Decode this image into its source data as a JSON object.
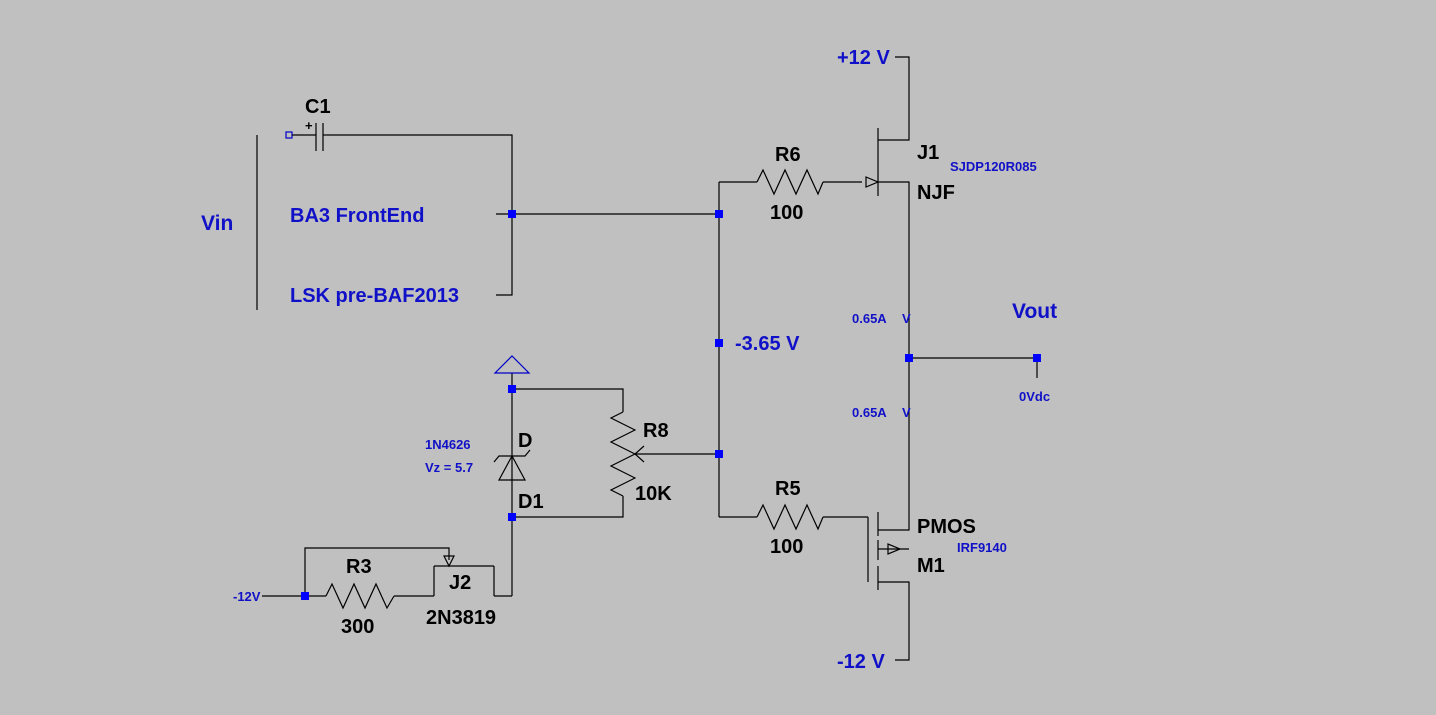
{
  "colors": {
    "background": "#c0c0c0",
    "wire": "#000000",
    "net_label": "#1010c8",
    "junction": "#0000ff"
  },
  "labels": {
    "vin": "Vin",
    "frontend": "BA3 FrontEnd",
    "lsk": "LSK pre-BAF2013",
    "vout": "Vout",
    "plus12": "+12 V",
    "minus12": "-12 V",
    "minus12v_small": "-12V",
    "minus365": "-3.65 V",
    "zero_vdc": "0Vdc",
    "current_top": "0.65A",
    "current_bottom": "0.65A",
    "arrow_top": "V",
    "arrow_bottom": "V",
    "zener_part": "1N4626",
    "zener_vz": "Vz = 5.7"
  },
  "components": {
    "c1": {
      "ref": "C1",
      "plus": "+"
    },
    "j1": {
      "ref": "J1",
      "model": "SJDP120R085",
      "type": "NJF"
    },
    "r6": {
      "ref": "R6",
      "value": "100"
    },
    "r5": {
      "ref": "R5",
      "value": "100"
    },
    "r8": {
      "ref": "R8",
      "value": "10K"
    },
    "r3": {
      "ref": "R3",
      "value": "300"
    },
    "d1": {
      "ref": "D1",
      "type": "D"
    },
    "j2": {
      "ref": "J2",
      "model": "2N3819"
    },
    "m1": {
      "ref": "M1",
      "model": "IRF9140",
      "type": "PMOS"
    }
  }
}
